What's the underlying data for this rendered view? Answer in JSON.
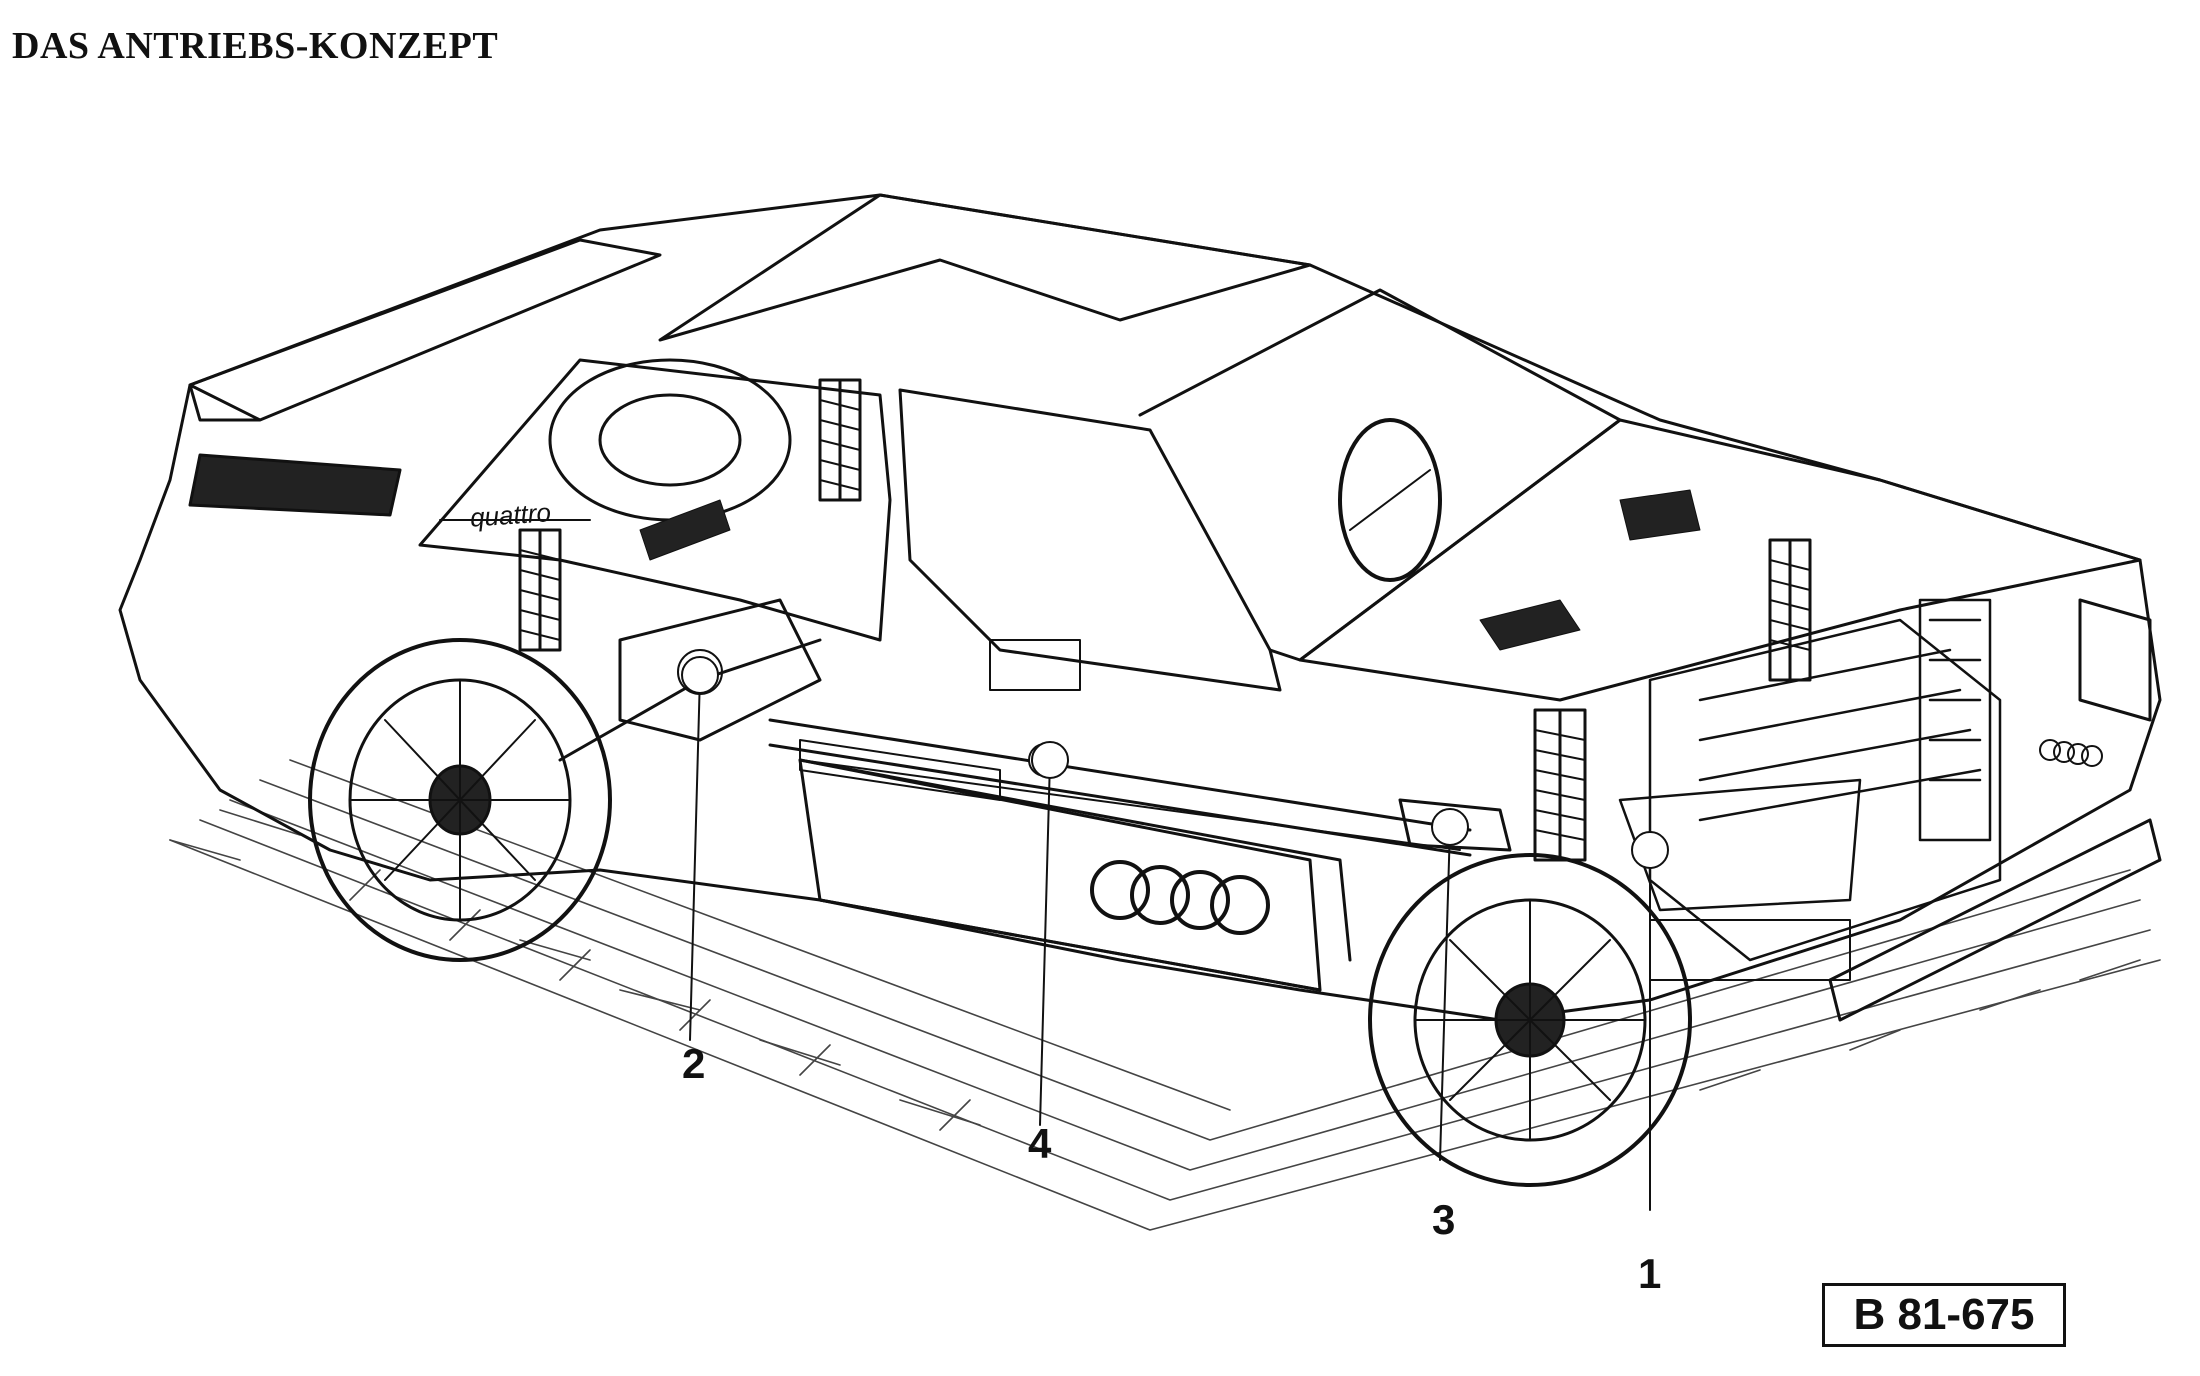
{
  "title": "DAS ANTRIEBS-KONZEPT",
  "callouts": {
    "one": "1",
    "two": "2",
    "three": "3",
    "four": "4"
  },
  "figure_ref": "B 81-675",
  "body_badge": "quattro",
  "colors": {
    "ink": "#111111",
    "paper": "#ffffff",
    "shade": "#333333"
  }
}
